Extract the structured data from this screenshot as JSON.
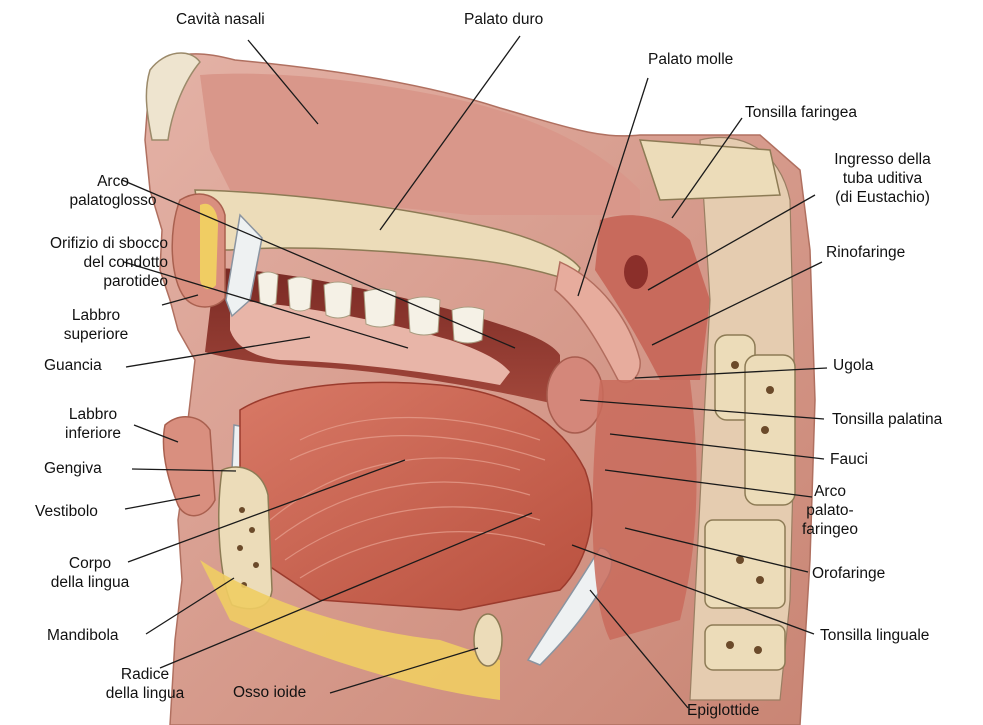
{
  "colors": {
    "background": "#ffffff",
    "skin": "#d69a8c",
    "muscle": "#c9604e",
    "mucosa": "#e3a99b",
    "bone": "#ecdcb9",
    "fat": "#f0cd63",
    "cavity": "#7a2a24",
    "leader": "#1a1a1a"
  },
  "labels": {
    "cavita_nasali": "Cavità nasali",
    "palato_duro": "Palato duro",
    "palato_molle": "Palato molle",
    "tonsilla_faringea": "Tonsilla faringea",
    "ingresso_tuba": [
      "Ingresso della",
      "tuba uditiva",
      "(di Eustachio)"
    ],
    "rinofaringe": "Rinofaringe",
    "arco_palatoglosso": [
      "Arco",
      "palatoglosso"
    ],
    "orifizio": [
      "Orifizio di sbocco",
      "del condotto",
      "parotideo"
    ],
    "labbro_superiore": [
      "Labbro",
      "superiore"
    ],
    "guancia": "Guancia",
    "ugola": "Ugola",
    "tonsilla_palatina": "Tonsilla palatina",
    "labbro_inferiore": [
      "Labbro",
      "inferiore"
    ],
    "fauci": "Fauci",
    "gengiva": "Gengiva",
    "arco_palatofaringeo": [
      "Arco",
      "palato-",
      "faringeo"
    ],
    "vestibolo": "Vestibolo",
    "corpo_lingua": [
      "Corpo",
      "della lingua"
    ],
    "orofaringe": "Orofaringe",
    "mandibola": "Mandibola",
    "tonsilla_linguale": "Tonsilla linguale",
    "radice_lingua": [
      "Radice",
      "della lingua"
    ],
    "osso_ioide": "Osso ioide",
    "epiglottide": "Epiglottide"
  }
}
